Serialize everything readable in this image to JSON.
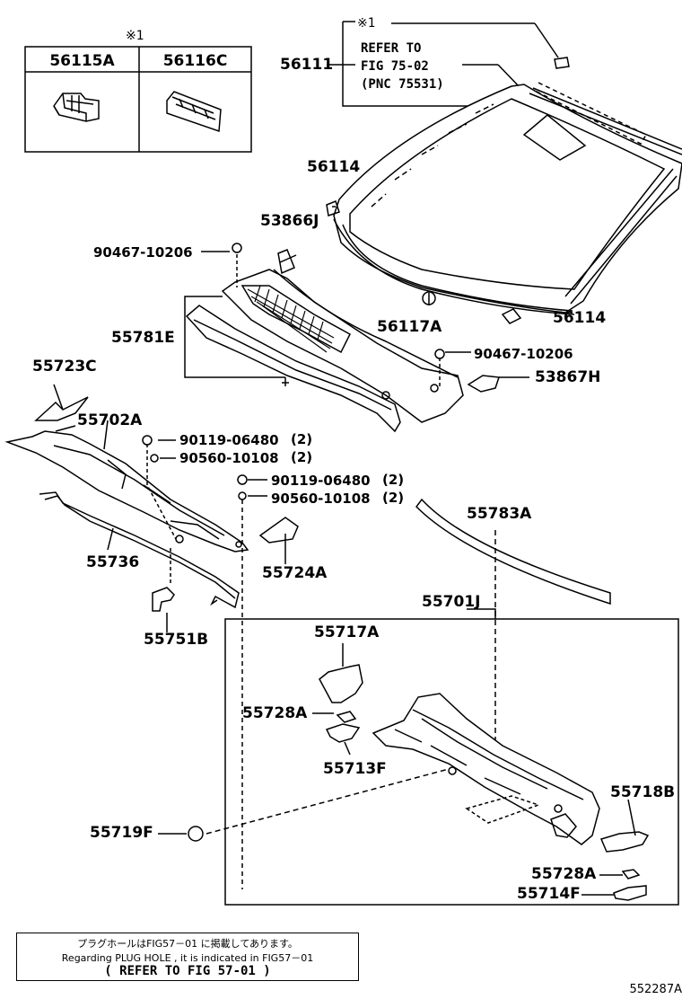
{
  "table": {
    "mark": "※1",
    "col1": "56115A",
    "col2": "56116C"
  },
  "refer": {
    "line1": "REFER TO",
    "line2": "FIG 75-02",
    "line3": "(PNC 75531)",
    "mark": "※1"
  },
  "labels": {
    "p56111": "56111",
    "p56114a": "56114",
    "p53866J": "53866J",
    "p90467a": "90467-10206",
    "p55781E": "55781E",
    "p56117A": "56117A",
    "p56114b": "56114",
    "p90467b": "90467-10206",
    "p53867H": "53867H",
    "p55723C": "55723C",
    "p55702A": "55702A",
    "p90119a": "90119-06480",
    "q90119a": "(2)",
    "p90560a": "90560-10108",
    "q90560a": "(2)",
    "p90119b": "90119-06480",
    "q90119b": "(2)",
    "p90560b": "90560-10108",
    "q90560b": "(2)",
    "p55783A": "55783A",
    "p55736": "55736",
    "p55724A": "55724A",
    "p55701J": "55701J",
    "p55751B": "55751B",
    "p55717A": "55717A",
    "p55728Aa": "55728A",
    "p55713F": "55713F",
    "p55718B": "55718B",
    "p55719F": "55719F",
    "p55728Ab": "55728A",
    "p55714F": "55714F"
  },
  "note": {
    "jp": "プラグホールはFIG57－01 に掲載してあります。",
    "en": "Regarding PLUG HOLE , it is indicated in FIG57－01",
    "ref": "( REFER TO FIG 57-01 )"
  },
  "figure_id": "552287A"
}
